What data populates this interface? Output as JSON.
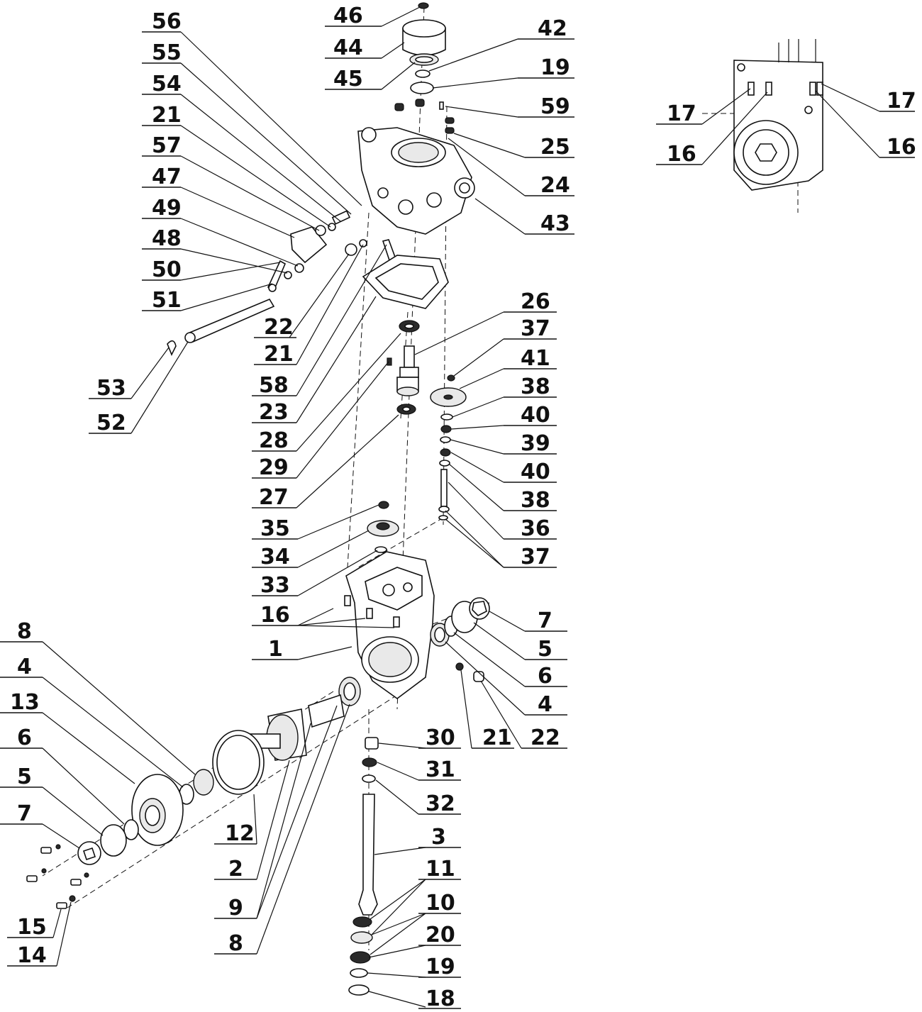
{
  "labels": {
    "l46": "46",
    "l44": "44",
    "l45": "45",
    "l42": "42",
    "l19a": "19",
    "l59": "59",
    "l25": "25",
    "l24": "24",
    "l43": "43",
    "l56": "56",
    "l55": "55",
    "l54": "54",
    "l21a": "21",
    "l57": "57",
    "l47": "47",
    "l49": "49",
    "l48": "48",
    "l50": "50",
    "l51": "51",
    "l22a": "22",
    "l21b": "21",
    "l58": "58",
    "l23": "23",
    "l28": "28",
    "l29": "29",
    "l27": "27",
    "l53": "53",
    "l52": "52",
    "l26": "26",
    "l37a": "37",
    "l41": "41",
    "l38a": "38",
    "l40a": "40",
    "l39": "39",
    "l40b": "40",
    "l38b": "38",
    "l36": "36",
    "l37b": "37",
    "l35": "35",
    "l34": "34",
    "l33": "33",
    "l16a": "16",
    "l1": "1",
    "l7a": "7",
    "l5a": "5",
    "l6a": "6",
    "l4a": "4",
    "l21c": "21",
    "l22b": "22",
    "l8a": "8",
    "l4b": "4",
    "l13": "13",
    "l6b": "6",
    "l5b": "5",
    "l7b": "7",
    "l15": "15",
    "l14": "14",
    "l12": "12",
    "l2": "2",
    "l9": "9",
    "l8b": "8",
    "l30": "30",
    "l31": "31",
    "l32": "32",
    "l3": "3",
    "l11": "11",
    "l10": "10",
    "l20": "20",
    "l19b": "19",
    "l18": "18",
    "l17a": "17",
    "l16b": "16",
    "l17b": "17",
    "l16c": "16"
  }
}
